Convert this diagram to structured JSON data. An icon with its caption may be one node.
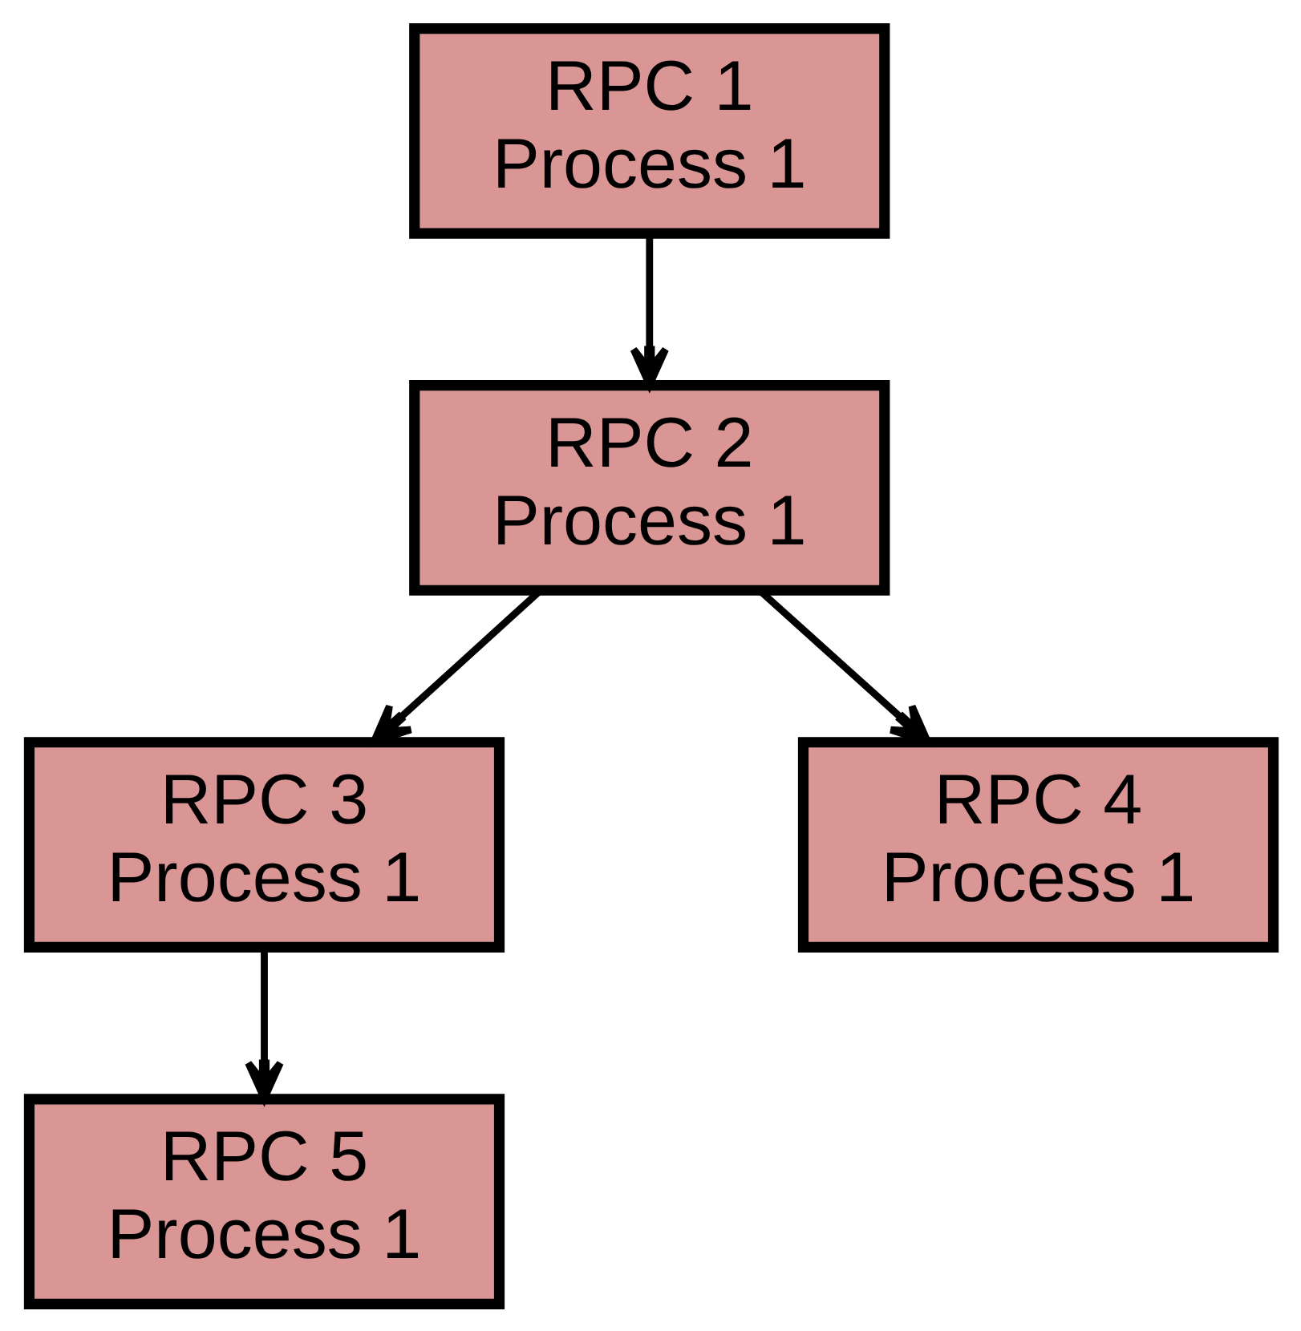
{
  "diagram": {
    "nodes": [
      {
        "text": [
          "RPC 1",
          "Process 1"
        ]
      },
      {
        "text": [
          "RPC 2",
          "Process 1"
        ]
      },
      {
        "text": [
          "RPC 3",
          "Process 1"
        ]
      },
      {
        "text": [
          "RPC 4",
          "Process 1"
        ]
      },
      {
        "text": [
          "RPC 5",
          "Process 1"
        ]
      }
    ],
    "edges": [
      {
        "from": 0,
        "to": 1,
        "arrow": "to"
      },
      {
        "from": 1,
        "to": 2,
        "arrow": "to"
      },
      {
        "from": 1,
        "to": 3,
        "arrow": "to"
      },
      {
        "from": 2,
        "to": 4,
        "arrow": "to"
      }
    ]
  }
}
